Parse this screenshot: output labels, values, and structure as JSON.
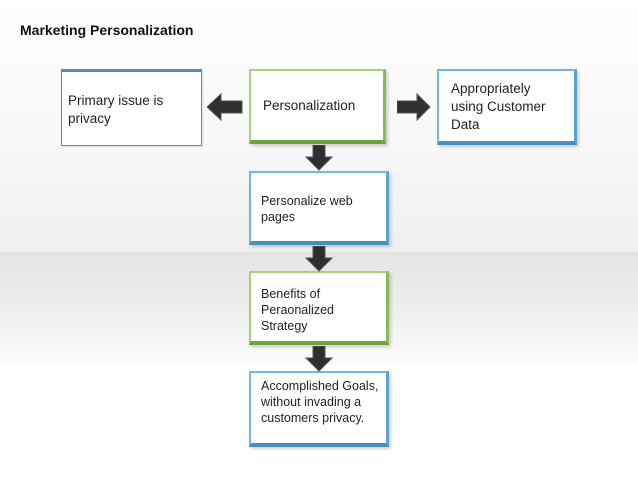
{
  "title": "Marketing Personalization",
  "nodes": {
    "left": "Primary issue is privacy",
    "center": "Personalization",
    "right": "Appropriately using Customer Data",
    "step1": "Personalize web pages",
    "step2": "Benefits of Peraonalized Strategy",
    "step3": "Accomplished Goals, without invading a customers privacy."
  },
  "colors": {
    "blue_border": "#4a8fbe",
    "green_border": "#6aa43a",
    "arrow_fill": "#2f2f2f"
  }
}
